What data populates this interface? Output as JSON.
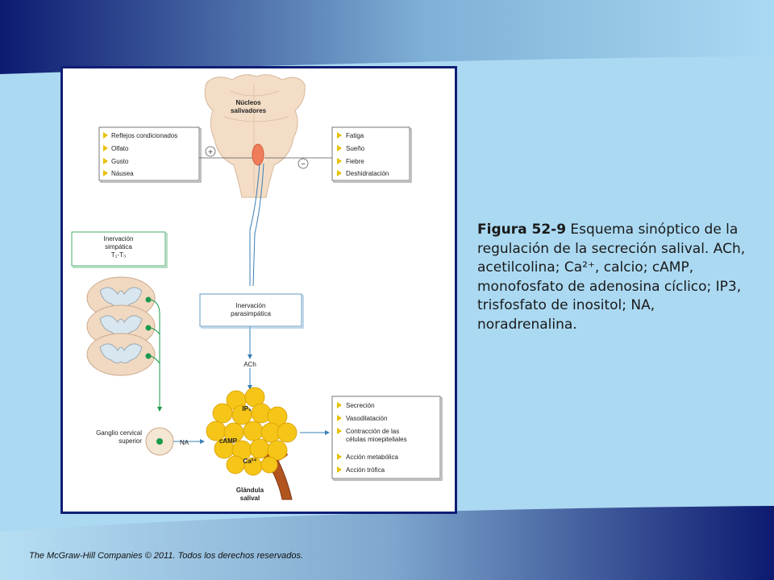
{
  "figure": {
    "nuclei_label": [
      "Núcleos",
      "salivadores"
    ],
    "left_box": [
      "Reflejos condicionados",
      "Olfato",
      "Gusto",
      "Náusea"
    ],
    "right_box": [
      "Fatiga",
      "Sueño",
      "Fiebre",
      "Deshidratación"
    ],
    "plus_sign": "+",
    "minus_sign": "−",
    "sympathetic_box": [
      "Inervación",
      "simpática",
      "T₁-T₃"
    ],
    "parasympathetic_box": [
      "Inervación",
      "parasimpática"
    ],
    "ach_label": "ACh",
    "ganglion_label": [
      "Ganglio cervical",
      "superior"
    ],
    "na_label": "NA",
    "gland_labels": {
      "ip3": "IP₃",
      "camp": "cAMP",
      "ca": "Ca²⁺"
    },
    "gland_title": [
      "Glándula",
      "salival"
    ],
    "effects_box": [
      "Secreción",
      "Vasodilatación",
      "Contracción de las",
      "células mioepiteliales",
      "Acción metabólica",
      "Acción trófica"
    ]
  },
  "caption": {
    "figure_number": "Figura 52-9",
    "text": " Esquema sinóptico de la regulación de la secreción salival. ACh, acetilcolina; Ca²⁺, calcio; cAMP, monofosfato de adenosina cíclico; IP3, trisfosfato de inositol; NA, noradrenalina."
  },
  "footer": "The McGraw-Hill Companies © 2011. Todos los derechos reservados.",
  "colors": {
    "navy": "#101e74",
    "sky": "#a9d9f3",
    "nerve_blue": "#3a7fb5",
    "green": "#1b9a4a",
    "gland": "#f5c518",
    "arrow": "#e8c000"
  }
}
